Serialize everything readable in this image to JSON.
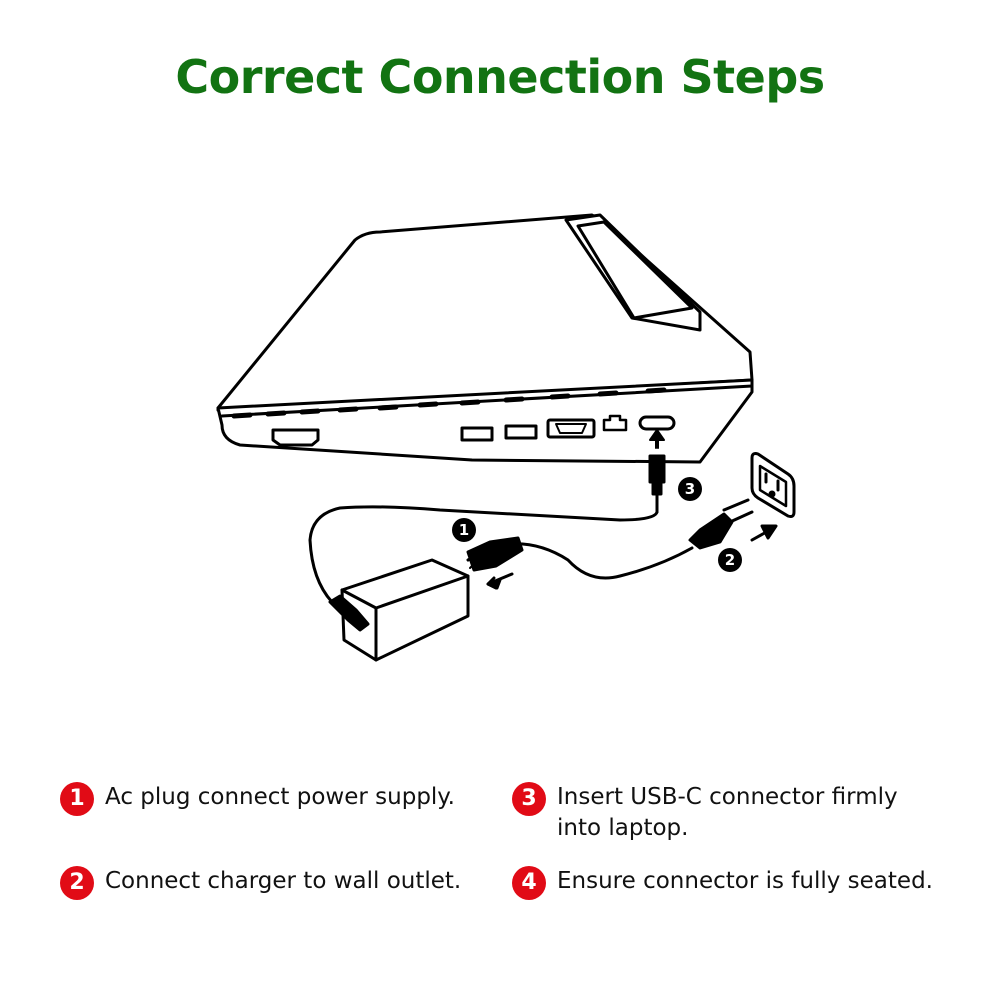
{
  "title": "Correct Connection Steps",
  "colors": {
    "title": "#127312",
    "badge": "#e10b16",
    "line": "#000000"
  },
  "illustration": {
    "callouts": [
      "1",
      "2",
      "3"
    ]
  },
  "steps": [
    {
      "number": "1",
      "text": "Ac plug connect power supply."
    },
    {
      "number": "2",
      "text": "Connect charger to wall outlet."
    },
    {
      "number": "3",
      "text": "Insert USB-C connector firmly into laptop."
    },
    {
      "number": "4",
      "text": "Ensure connector is fully seated."
    }
  ]
}
